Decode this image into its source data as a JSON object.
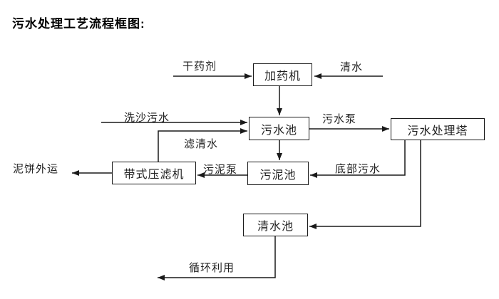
{
  "title": "污水处理工艺流程框图:",
  "nodes": {
    "dosing_machine": {
      "label": "加药机"
    },
    "sewage_pool": {
      "label": "污水池"
    },
    "treatment_tower": {
      "label": "污水处理塔"
    },
    "belt_filter_press": {
      "label": "带式压滤机"
    },
    "sludge_pool": {
      "label": "污泥池"
    },
    "clean_water_pool": {
      "label": "清水池"
    }
  },
  "flow_labels": {
    "dry_agent": "干药剂",
    "clean_water": "清水",
    "sand_wash_sewage": "洗沙污水",
    "filtered_water": "滤清水",
    "sewage_pump": "污水泵",
    "bottom_sewage": "底部污水",
    "sludge_pump": "污泥泵",
    "mud_cake_out": "泥饼外运",
    "recycle_use": "循环利用"
  },
  "connections": [
    {
      "from": "干药剂",
      "to": "加药机"
    },
    {
      "from": "清水",
      "to": "加药机"
    },
    {
      "from": "加药机",
      "to": "污水池"
    },
    {
      "from": "洗沙污水",
      "to": "污水池"
    },
    {
      "from": "带式压滤机",
      "to": "污水池",
      "label": "滤清水"
    },
    {
      "from": "污水池",
      "to": "污水处理塔",
      "label": "污水泵"
    },
    {
      "from": "污水池",
      "to": "污泥池"
    },
    {
      "from": "污水处理塔",
      "to": "污泥池",
      "label": "底部污水"
    },
    {
      "from": "污泥池",
      "to": "带式压滤机",
      "label": "污泥泵"
    },
    {
      "from": "带式压滤机",
      "to": "泥饼外运"
    },
    {
      "from": "污水处理塔",
      "to": "清水池"
    },
    {
      "from": "清水池",
      "to": "循环利用"
    }
  ],
  "colors": {
    "line": "#1a1a1a",
    "text": "#1f1f1f",
    "background": "#ffffff",
    "box_fill": "#ffffff"
  }
}
